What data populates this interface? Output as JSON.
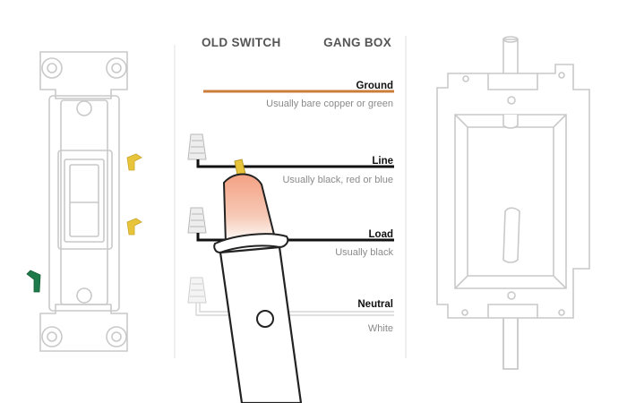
{
  "headers": {
    "old_switch": "OLD SWITCH",
    "gang_box": "GANG BOX"
  },
  "wires": [
    {
      "key": "ground",
      "label": "Ground",
      "note": "Usually bare copper or green",
      "color": "#cc7d3c"
    },
    {
      "key": "line",
      "label": "Line",
      "note": "Usually black, red or blue",
      "color": "#111111"
    },
    {
      "key": "load",
      "label": "Load",
      "note": "Usually black",
      "color": "#111111"
    },
    {
      "key": "neutral",
      "label": "Neutral",
      "note": "White",
      "color": "#dddddd"
    }
  ],
  "colors": {
    "outline": "#c9c9c9",
    "terminal_brass": "#e8c43a",
    "terminal_ground": "#1e7a4a",
    "tester_tip_glow": "#f08a6a",
    "wire_nut": "#cfcfcf",
    "divider": "#e2e2e2"
  },
  "icons": {
    "switch": "light-switch-icon",
    "tester": "voltage-tester-icon",
    "box": "gang-box-icon",
    "wire_nut": "wire-nut-icon"
  }
}
